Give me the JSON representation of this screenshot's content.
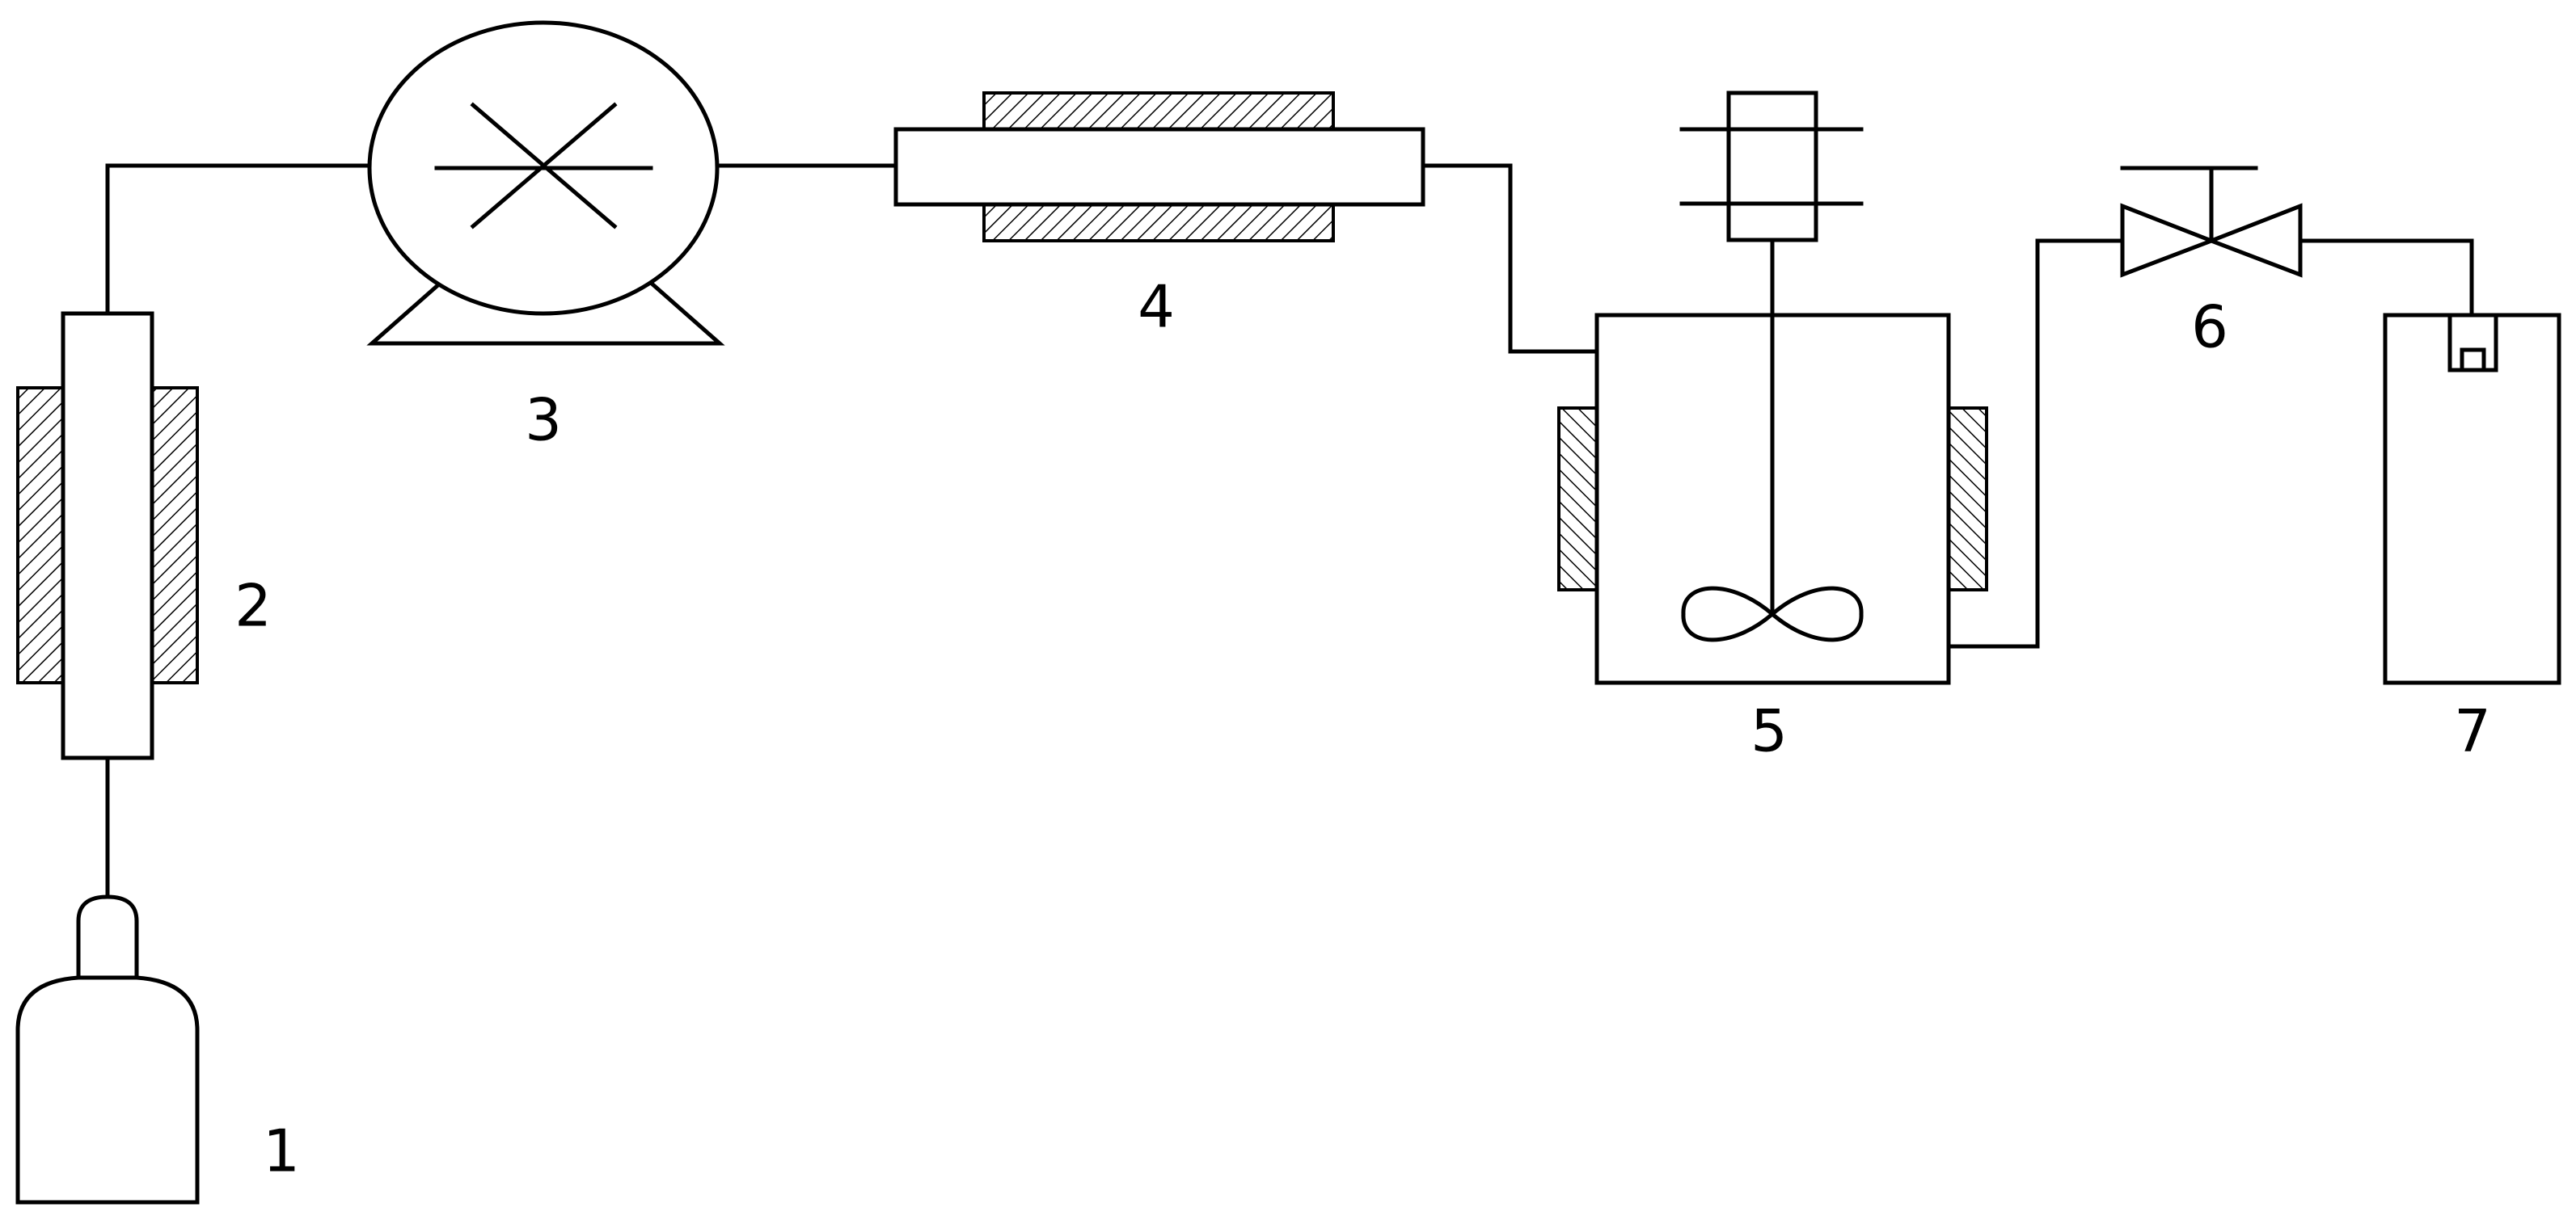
{
  "labels": {
    "gas_cylinder": "1",
    "preheater": "2",
    "pump": "3",
    "heater": "4",
    "reactor": "5",
    "valve": "6",
    "collector": "7"
  },
  "colors": {
    "stroke": "#000000",
    "background": "#ffffff"
  }
}
